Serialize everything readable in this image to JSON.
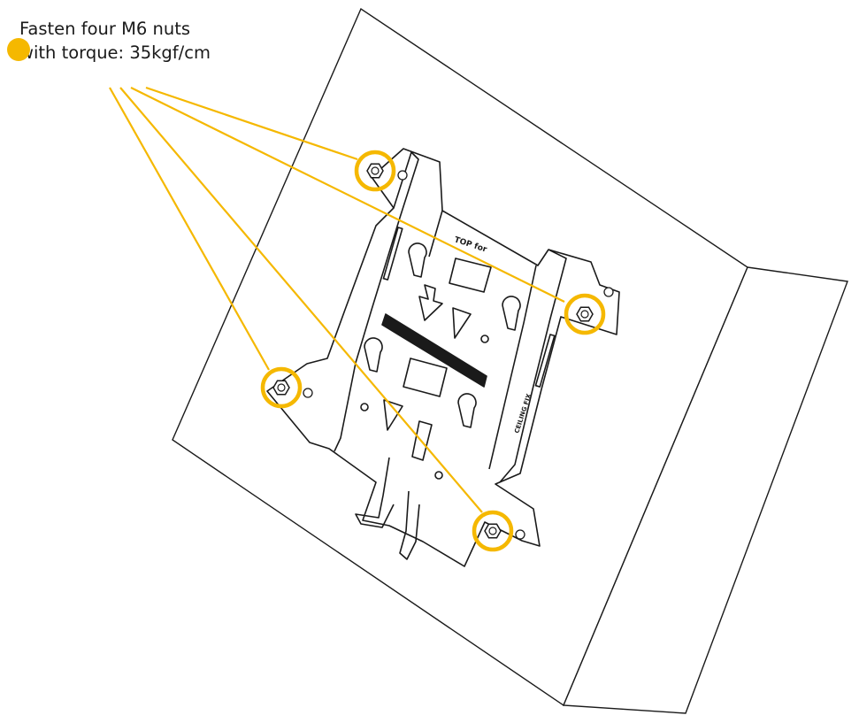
{
  "callout": {
    "line1": "Fasten four M6 nuts",
    "line2": "with torque: 35kgf/cm"
  },
  "bracket_markings": {
    "top": "TOP for",
    "side": "CEILING FIX"
  },
  "colors": {
    "accent": "#F5B800",
    "line": "#1a1a1a",
    "background": "#ffffff"
  }
}
